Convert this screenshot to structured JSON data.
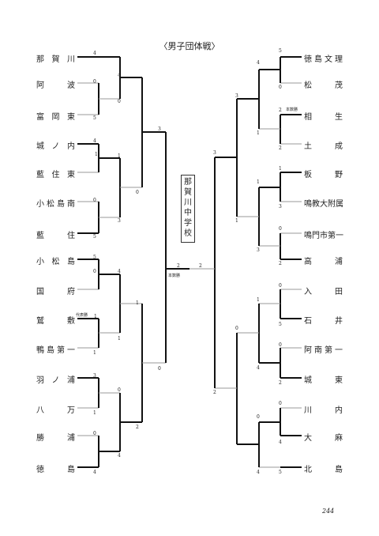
{
  "title": "〈男子団体戦〉",
  "left_teams": [
    "那 賀 川",
    "阿 波",
    "富 岡 東",
    "城 ノ 内",
    "藍 住 東",
    "小松島南",
    "藍 住",
    "小 松 島",
    "国 府",
    "鷲 敷",
    "鴨島第一",
    "羽 ノ 浦",
    "八 万",
    "勝 浦",
    "徳 島"
  ],
  "right_teams": [
    "徳島文理",
    "松 茂",
    "相 生",
    "土 成",
    "板 野",
    "鳴教大附属",
    "鳴門市第一",
    "高 浦",
    "入 田",
    "石 井",
    "阿南第一",
    "城 東",
    "川 内",
    "大 麻",
    "北 島"
  ],
  "champion": "那賀川中学校",
  "notes": {
    "daihyo": "代表勝",
    "honsu_right": "本数勝",
    "honsu_final": "本数勝"
  },
  "page_number": "244",
  "left_scores": {
    "r1": [
      "4",
      "0",
      "5",
      "4",
      "1",
      "0",
      "5",
      "5",
      "0",
      "1",
      "1",
      "3",
      "1",
      "0",
      "4"
    ],
    "r2": [
      "4",
      "0",
      "1",
      "0",
      "3",
      "4",
      "1",
      "1",
      "0",
      "2",
      "4"
    ],
    "r3": [
      "3",
      "0",
      "1",
      "1"
    ],
    "r4": [
      "2"
    ]
  },
  "right_scores": {
    "r1": [
      "5",
      "0",
      "2",
      "2",
      "1",
      "3",
      "0",
      "2",
      "0",
      "5",
      "0",
      "2",
      "0",
      "4",
      "5"
    ],
    "r2": [
      "4",
      "1",
      "1",
      "3",
      "1",
      "4",
      "0",
      "4"
    ],
    "r3": [
      "3",
      "1",
      "0",
      "2"
    ],
    "r4": [
      "2"
    ]
  }
}
